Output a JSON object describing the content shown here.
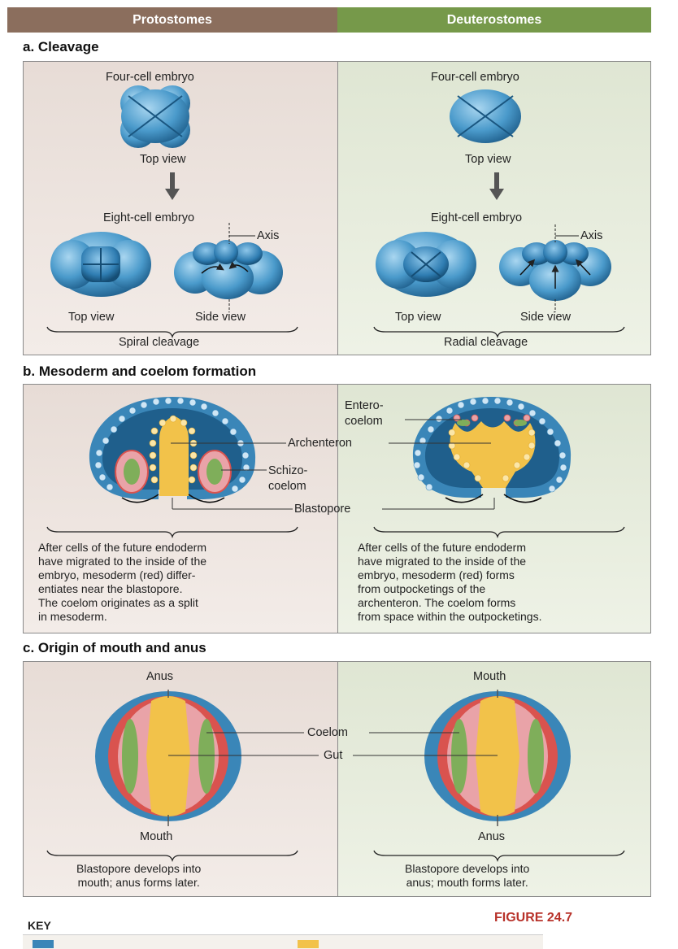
{
  "header": {
    "left": "Protostomes",
    "right": "Deuterostomes",
    "left_color": "#8b6e5d",
    "right_color": "#76994a"
  },
  "section_a": {
    "title": "a.  Cleavage",
    "four_cell_left": "Four-cell embryo",
    "four_cell_right": "Four-cell embryo",
    "top_view_1": "Top view",
    "top_view_2": "Top view",
    "eight_cell_left": "Eight-cell embryo",
    "eight_cell_right": "Eight-cell embryo",
    "axis_left": "Axis",
    "axis_right": "Axis",
    "top_view_left": "Top view",
    "side_view_left": "Side view",
    "top_view_right": "Top view",
    "side_view_right": "Side view",
    "spiral": "Spiral cleavage",
    "radial": "Radial cleavage"
  },
  "section_b": {
    "title": "b.  Mesoderm and coelom formation",
    "entero_1": "Entero-",
    "entero_2": "coelom",
    "archenteron": "Archenteron",
    "schizo_1": "Schizo-",
    "schizo_2": "coelom",
    "blastopore": "Blastopore",
    "left_text": [
      "After cells of the future endoderm",
      "have migrated to the inside of the",
      "embryo, mesoderm (red) differ-",
      "entiates near the blastopore.",
      "The coelom originates as a split",
      "in mesoderm."
    ],
    "right_text": [
      "After cells of the future endoderm",
      "have migrated to the inside of the",
      "embryo, mesoderm (red) forms",
      "from outpocketings of the",
      "archenteron. The coelom forms",
      "from space within the outpocketings."
    ]
  },
  "section_c": {
    "title": "c.  Origin of mouth and anus",
    "anus_top": "Anus",
    "mouth_top": "Mouth",
    "coelom": "Coelom",
    "gut": "Gut",
    "mouth_bottom": "Mouth",
    "anus_bottom": "Anus",
    "left_text": [
      "Blastopore develops into",
      "mouth; anus forms later."
    ],
    "right_text": [
      "Blastopore develops into",
      "anus; mouth forms later."
    ]
  },
  "footer": {
    "key": "KEY",
    "figure": "FIGURE 24.7",
    "figure_color": "#b8322a"
  },
  "colors": {
    "ectoderm": "#3a86b8",
    "mesoderm": "#d9534f",
    "endoderm": "#f2c24a",
    "coelom": "#7fae5a",
    "blastocoel": "#1f5f8c"
  }
}
